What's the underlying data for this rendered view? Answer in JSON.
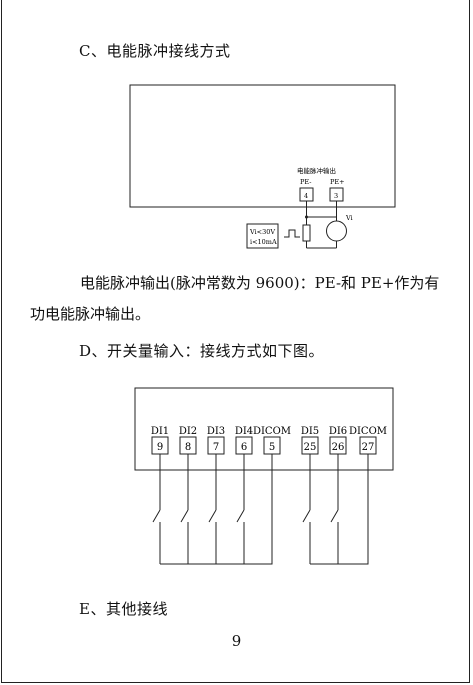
{
  "section_c": {
    "heading": "C、电能脉冲接线方式"
  },
  "pulse_diagram": {
    "box_label": "电能脉冲输出",
    "terminals": [
      {
        "name": "PE-",
        "number": "4"
      },
      {
        "name": "PE+",
        "number": "3"
      }
    ],
    "source_label": "Vi",
    "limits": [
      "Vi<30V",
      "i<10mA"
    ]
  },
  "pulse_paragraph": "电能脉冲输出(脉冲常数为 9600)：PE-和 PE+作为有功电能脉冲输出。",
  "section_d": {
    "heading": "D、开关量输入：接线方式如下图。"
  },
  "switch_diagram": {
    "terminals": [
      {
        "name": "DI1",
        "number": "9"
      },
      {
        "name": "DI2",
        "number": "8"
      },
      {
        "name": "DI3",
        "number": "7"
      },
      {
        "name": "DI4",
        "number": "6"
      },
      {
        "name": "DICOM",
        "number": "5"
      },
      {
        "name": "DI5",
        "number": "25"
      },
      {
        "name": "DI6",
        "number": "26"
      },
      {
        "name": "DICOM",
        "number": "27"
      }
    ]
  },
  "section_e": {
    "heading": "E、其他接线"
  },
  "page_number": "9"
}
